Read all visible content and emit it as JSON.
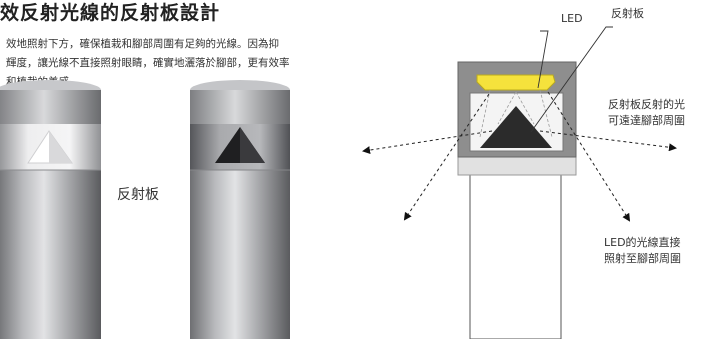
{
  "title": "效反射光線的反射板設計",
  "paragraph": [
    "效地照射下方，確保植栽和腳部周圍有足夠的光線。因為抑",
    "輝度，讓光線不直接照射眼睛，確實地灑落於腳部，更有效率",
    "和植栽的美感。"
  ],
  "product_photo_label": "反射板",
  "diagram": {
    "led_label": "LED",
    "reflector_label": "反射板",
    "reflected_light_lines": [
      "反射板反射的光",
      "可遠達腳部周圍"
    ],
    "direct_light_lines": [
      "LED的光線直接",
      "照射至腳部周圍"
    ]
  },
  "colors": {
    "led_yellow": "#f5e23c",
    "reflector_dark": "#2b2b2b",
    "housing_gray": "#8a8a8a"
  }
}
